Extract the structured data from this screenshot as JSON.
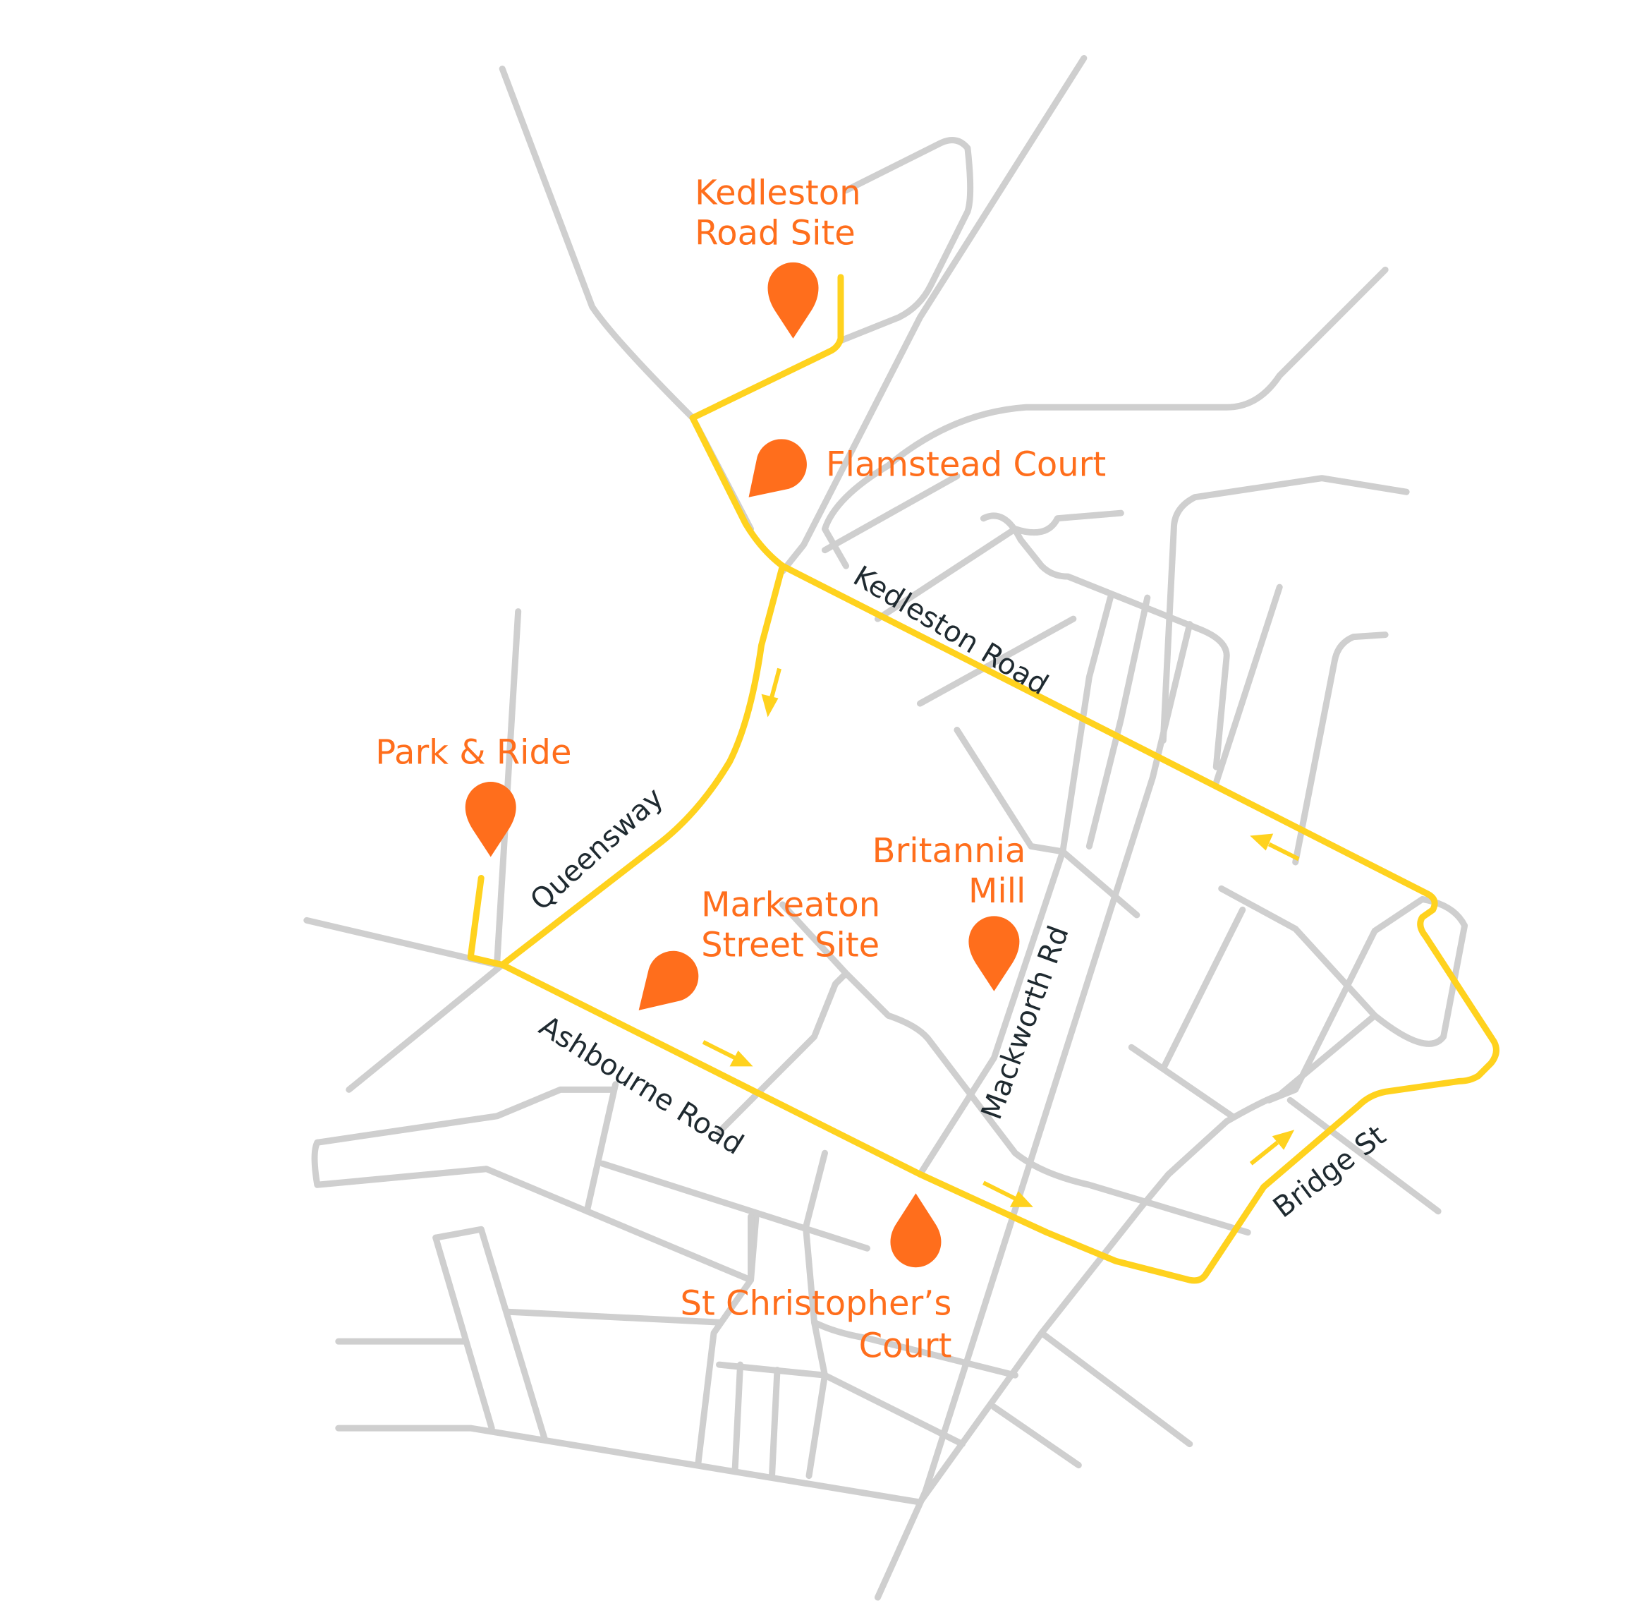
{
  "map": {
    "colors": {
      "road": "#cfcfcf",
      "route": "#FFD21E",
      "place": "#FF6E1C",
      "street_label": "#1f2a30",
      "background": "#ffffff"
    },
    "places": [
      {
        "id": "kedleston-road-site",
        "line1": "Kedleston",
        "line2": "Road Site"
      },
      {
        "id": "flamstead-court",
        "line1": "Flamstead Court"
      },
      {
        "id": "park-and-ride",
        "line1": "Park & Ride"
      },
      {
        "id": "britannia-mill",
        "line1": "Britannia",
        "line2": "Mill"
      },
      {
        "id": "markeaton-street-site",
        "line1": "Markeaton",
        "line2": "Street Site"
      },
      {
        "id": "st-christophers-court",
        "line1": "St Christopher’s",
        "line2": "Court"
      }
    ],
    "streets": [
      {
        "id": "kedleston-road",
        "label": "Kedleston Road"
      },
      {
        "id": "queensway",
        "label": "Queensway"
      },
      {
        "id": "ashbourne-road",
        "label": "Ashbourne Road"
      },
      {
        "id": "mackworth-rd",
        "label": "Mackworth Rd"
      },
      {
        "id": "bridge-st",
        "label": "Bridge St"
      }
    ]
  }
}
